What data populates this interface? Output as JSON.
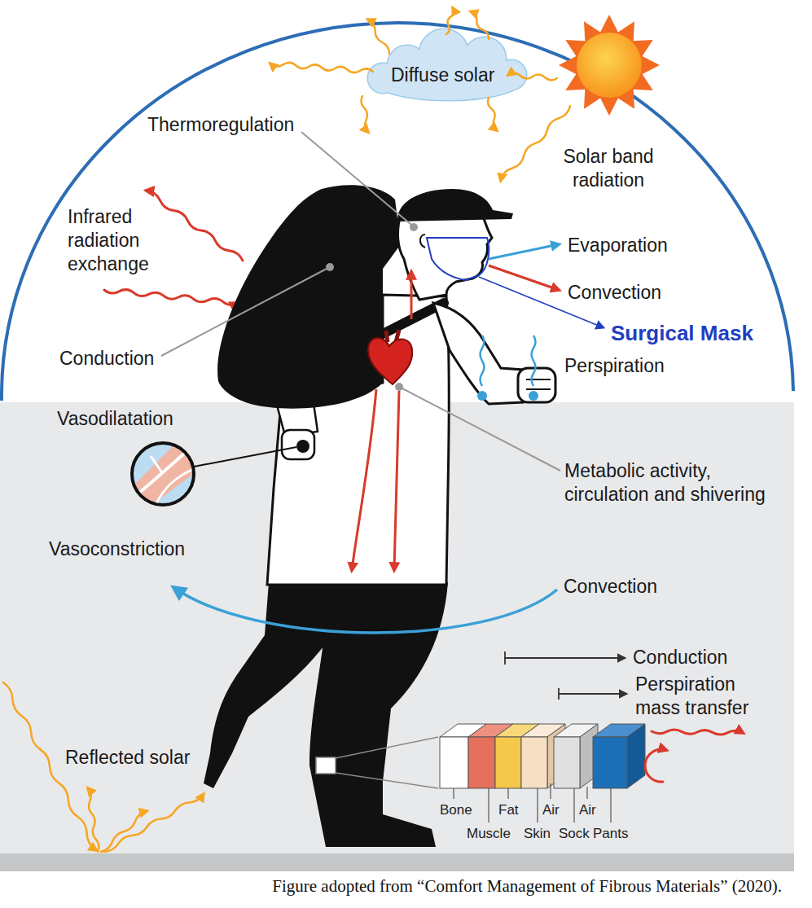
{
  "diagram": {
    "caption": "Figure adopted from “Comfort Management of Fibrous Materials” (2020).",
    "labels": [
      "Diffuse solar",
      "Thermoregulation",
      "Solar band radiation",
      "Infrared radiation exchange",
      "Evaporation",
      "Convection",
      "Surgical Mask",
      "Conduction",
      "Perspiration",
      "Vasodilatation",
      "Metabolic activity, circulation and shivering",
      "Vasoconstriction",
      "Convection",
      "Conduction",
      "Perspiration mass transfer",
      "Reflected solar",
      "Bone",
      "Fat",
      "Air",
      "Air",
      "Muscle",
      "Skin",
      "Sock",
      "Pants"
    ]
  }
}
